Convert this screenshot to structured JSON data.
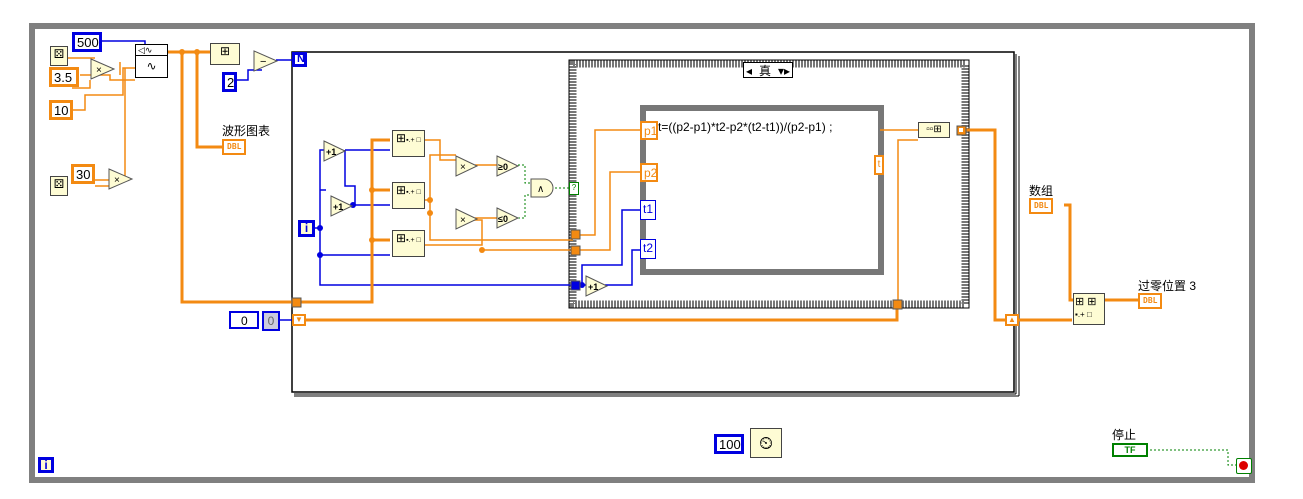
{
  "diagram": {
    "constants": {
      "samples": "500",
      "amplitude": "3.5",
      "freq": "10",
      "offset_mult": "30",
      "subtract_value": "2",
      "wait_ms": "100",
      "shift_init_ctrl": "0",
      "shift_init_ind": "0"
    },
    "labels": {
      "waveform_chart": "波形图表",
      "array": "数组",
      "zero_cross": "过零位置 3",
      "stop": "停止",
      "case_value": "真"
    },
    "terminals": {
      "loop_count": "N",
      "iteration": "i",
      "while_iteration": "i",
      "dbl": "DBL",
      "bool": "TF"
    },
    "formula_node": {
      "expression": "t=((p2-p1)*t2-p2*(t2-t1))/(p2-p1) ;",
      "inputs": [
        "p1",
        "p2",
        "t1",
        "t2"
      ],
      "output": "t"
    },
    "operators": {
      "multiply": "×",
      "subtract": "−",
      "increment": "+1",
      "ge_zero": "≥0",
      "le_zero": "≤0",
      "and": "∧"
    },
    "colors": {
      "numeric_dbl": "#f38a12",
      "integer": "#0000e0",
      "boolean": "#008000",
      "structure": "#808080"
    }
  }
}
